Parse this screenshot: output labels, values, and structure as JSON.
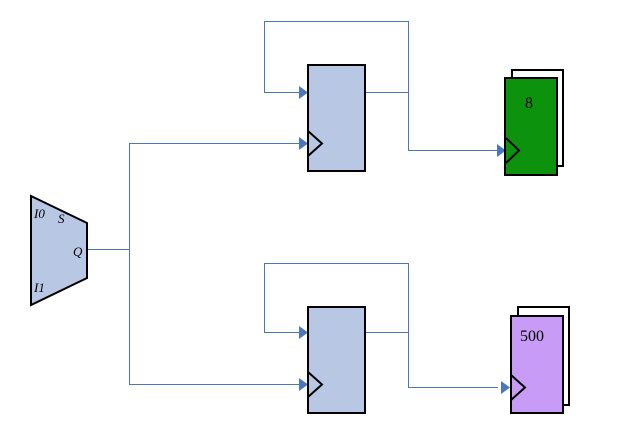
{
  "colors": {
    "wire": "#4a76c0",
    "block_fill": "#b8c8e4",
    "block_stroke": "#000000",
    "display_top_fill": "#0d920d",
    "display_bottom_fill": "#c89cf6",
    "back_card_fill": "#ffffff"
  },
  "mux": {
    "input_0": "I0",
    "input_1": "I1",
    "select": "S",
    "output": "Q"
  },
  "displays": {
    "top": {
      "value": "8"
    },
    "bottom": {
      "value": "500"
    }
  }
}
